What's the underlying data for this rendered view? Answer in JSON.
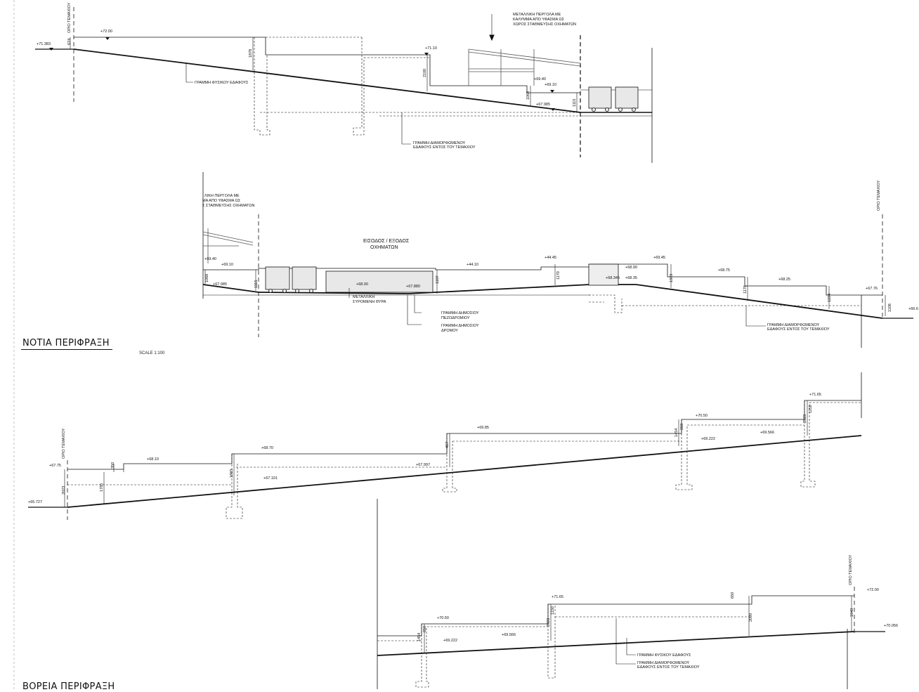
{
  "sections": {
    "south_title": "ΝΟΤΙΑ ΠΕΡΙΦΡΑΞΗ",
    "south_scale": "SCALE    1:100",
    "north_title": "ΒΟΡΕΙΑ ΠΕΡΙΦΡΑΞΗ"
  },
  "labels": {
    "boundary": "ΟΡΙΟ ΤΕΜΑΧΙΟΥ",
    "natural_ground": "ΓΡΑΜΜΗ ΦΥΣΙΚΟΥ ΕΔΑΦΟΥΣ",
    "formed_ground_1": "ΓΡΑΜΜΗ ΔΙΑΜΟΡΦΩΜΕΝΟΥ",
    "formed_ground_2": "ΕΔΑΦΟΥΣ ΕΝΤΟΣ ΤΟΥ ΤΕΜΑΧΙΟΥ",
    "pergola_1": "ΜΕΤΑΛΛΙΚΗ ΠΕΡΓΟΛΑ ΜΕ",
    "pergola_2": "ΚΑΛΥΜΜΑ ΑΠΟ ΥΦΑΣΜΑ ΩΣ",
    "pergola_3": "ΧΩΡΟΣ ΣΤΑΘΜΕΥΣΗΣ ΟΧΗΜΑΤΩΝ",
    "pergola_cut_1": "ΛΙΚΗ ΠΕΡΓΟΛΑ ΜΕ",
    "pergola_cut_2": "ΜΑ ΑΠΟ ΥΦΑΣΜΑ ΩΣ",
    "pergola_cut_3": "Σ ΣΤΑΘΜΕΥΣΗΣ ΟΧΗΜΑΤΩΝ",
    "entrance_1": "ΕΙΣΟΔΟΣ / ΕΞΟΔΟΣ",
    "entrance_2": "ΟΧΗΜΑΤΩΝ",
    "gate_1": "ΜΕΤΑΛΛΙΚΗ",
    "gate_2": "ΣΥΡΟΜΕΝΗ ΘΥΡΑ",
    "sidewalk_1": "ΓΡΑΜΜΗ ΔΗΜΟΣΙΟΥ",
    "sidewalk_2": "ΠΕΖΟΔΡΟΜΙΟΥ",
    "road_1": "ΓΡΑΜΜΗ ΔΗΜΟΣΙΟΥ",
    "road_2": "ΔΡΟΜΟΥ"
  },
  "elevations": {
    "s1": [
      "+71.383",
      "+72.00",
      "+71.10",
      "+69.40",
      "+69.10",
      "+67.985"
    ],
    "s2": [
      "+69.40",
      "+69.10",
      "+67.985",
      "+68.00",
      "+67.880",
      "+44.10",
      "+44.45",
      "+68.90",
      "+68.35",
      "+69.45",
      "+68.75",
      "+68.25",
      "+67.76",
      "+66.6",
      "+68.345"
    ],
    "s3": [
      "+67.75",
      "+65.727",
      "+68.10",
      "+68.70",
      "+67.101",
      "+67.997",
      "+69.85",
      "+70.50",
      "+69.222",
      "+69.566",
      "+71.65"
    ],
    "s4": [
      "+70.50",
      "+69.222",
      "+69.566",
      "+71.65",
      "+72.00",
      "+70.056"
    ]
  },
  "dimensions": {
    "s1": [
      "674",
      "1878",
      "2100",
      "1068",
      "1115"
    ],
    "s2": [
      "1068",
      "1115",
      "1107",
      "1170",
      "1373",
      "1176",
      "1224",
      "1108"
    ],
    "s3": [
      "350",
      "2023",
      "1785",
      "1883",
      "467",
      "1454",
      "650",
      "2023",
      "1150"
    ],
    "s4": [
      "1454",
      "650",
      "2023",
      "1150",
      "650",
      "2099",
      "1943"
    ]
  }
}
